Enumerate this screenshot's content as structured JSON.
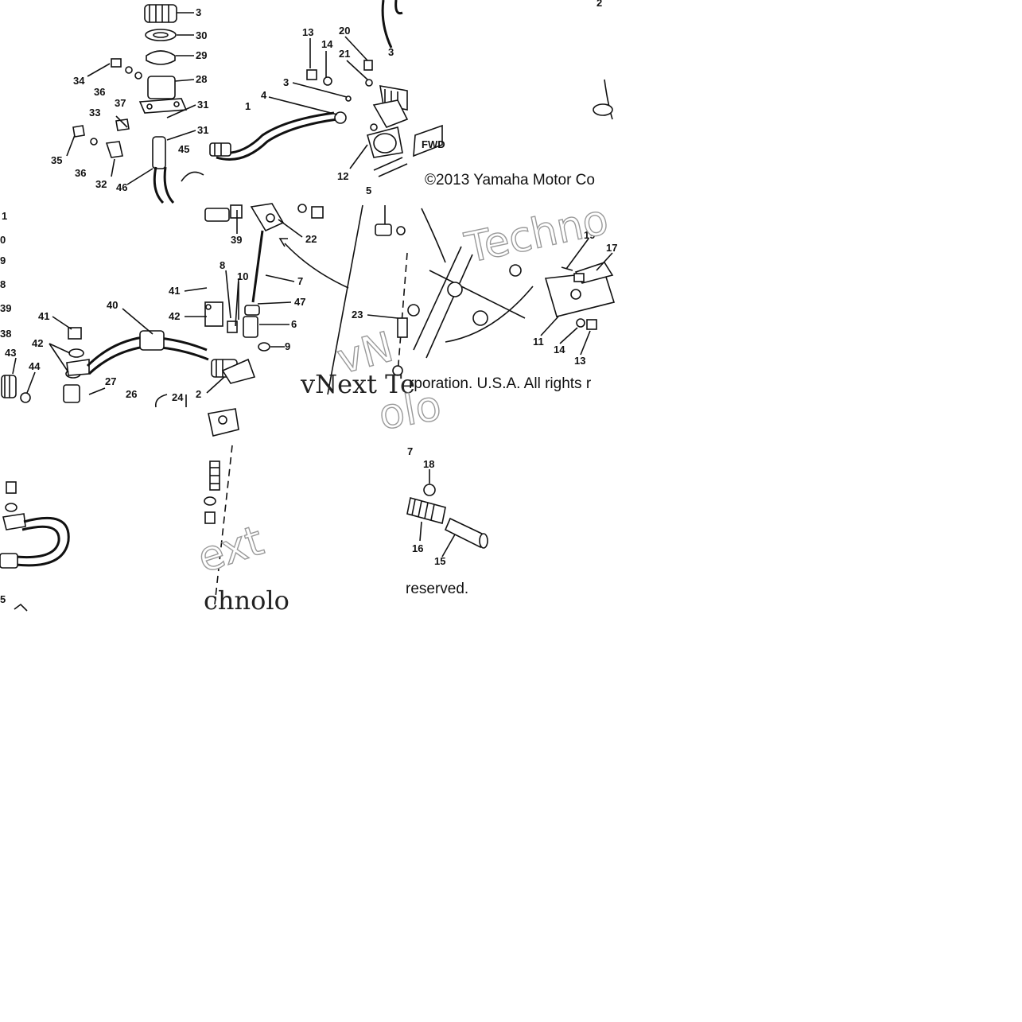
{
  "copyright": {
    "line1": "©2013 Yamaha Motor Co",
    "line2": "rporation. U.S.A. All rights r",
    "line3": "reserved."
  },
  "watermark": {
    "t1": "Techno",
    "t2": "vNext Te",
    "t3": "ext",
    "t4": "chnolo",
    "t5": "olo",
    "t6": "vN"
  },
  "fwd_label": "FWD",
  "callouts": {
    "top_left": [
      "3",
      "30",
      "29",
      "28",
      "31",
      "34",
      "36",
      "37",
      "33",
      "35",
      "36",
      "32",
      "46",
      "45"
    ],
    "top_mid": [
      "13",
      "14",
      "20",
      "21",
      "3",
      "4",
      "1",
      "12",
      "5"
    ],
    "left_col": [
      "1",
      "0",
      "9",
      "8",
      "39",
      "38"
    ],
    "mid_left": [
      "43",
      "41",
      "42",
      "44",
      "40",
      "27",
      "26",
      "24",
      "41",
      "42",
      "2"
    ],
    "center": [
      "39",
      "22",
      "8",
      "10",
      "7",
      "47",
      "6",
      "9",
      "23"
    ],
    "right": [
      "2",
      "19",
      "17",
      "11",
      "14",
      "13"
    ],
    "bottom": [
      "7",
      "18",
      "16",
      "15",
      "5"
    ]
  }
}
